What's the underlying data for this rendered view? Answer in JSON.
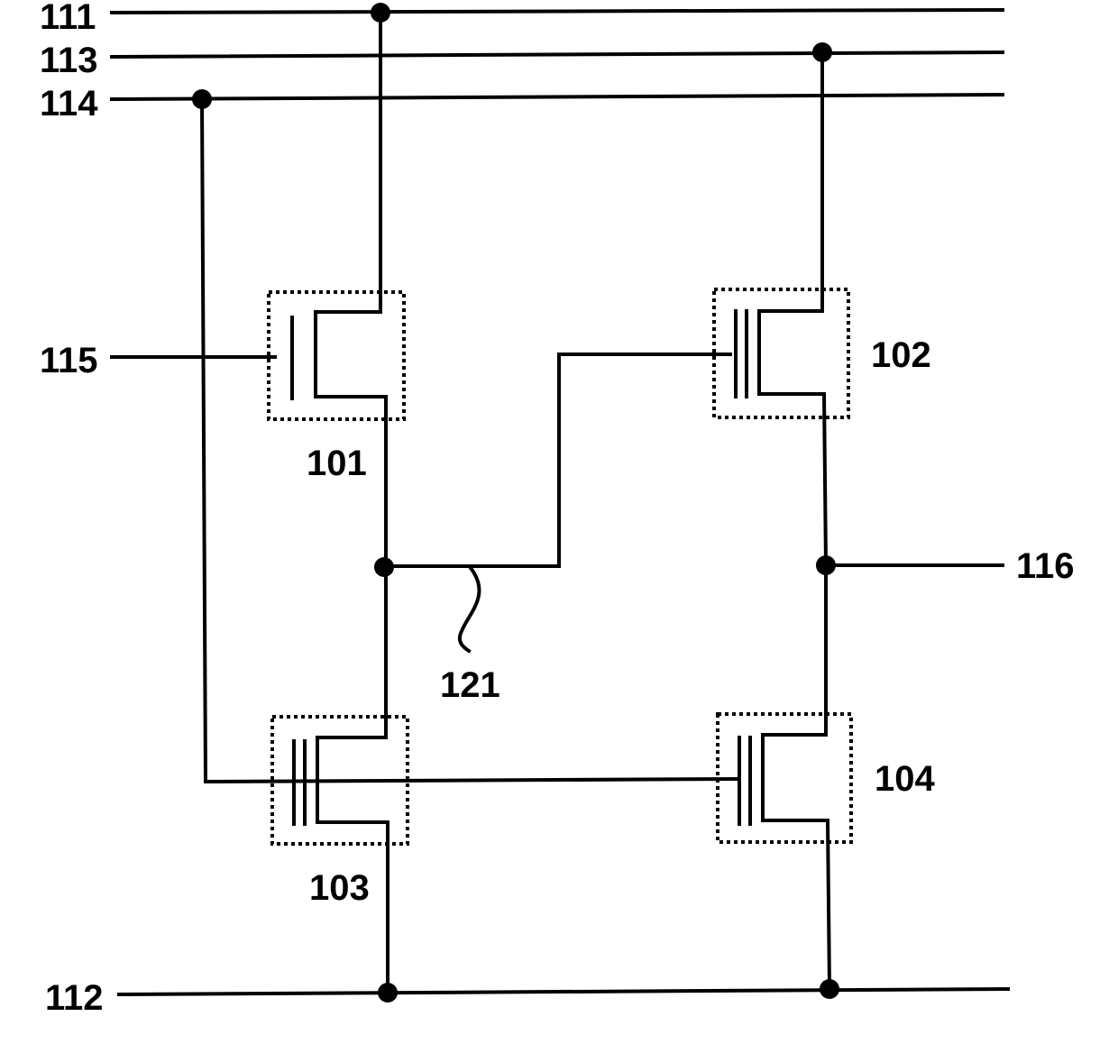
{
  "labels": {
    "line_111": "111",
    "line_113": "113",
    "line_114": "114",
    "line_115": "115",
    "line_112": "112",
    "output_116": "116",
    "node_121": "121",
    "transistor_101": "101",
    "transistor_102": "102",
    "transistor_103": "103",
    "transistor_104": "104"
  },
  "colors": {
    "ink": "#000000",
    "background": "#ffffff"
  }
}
